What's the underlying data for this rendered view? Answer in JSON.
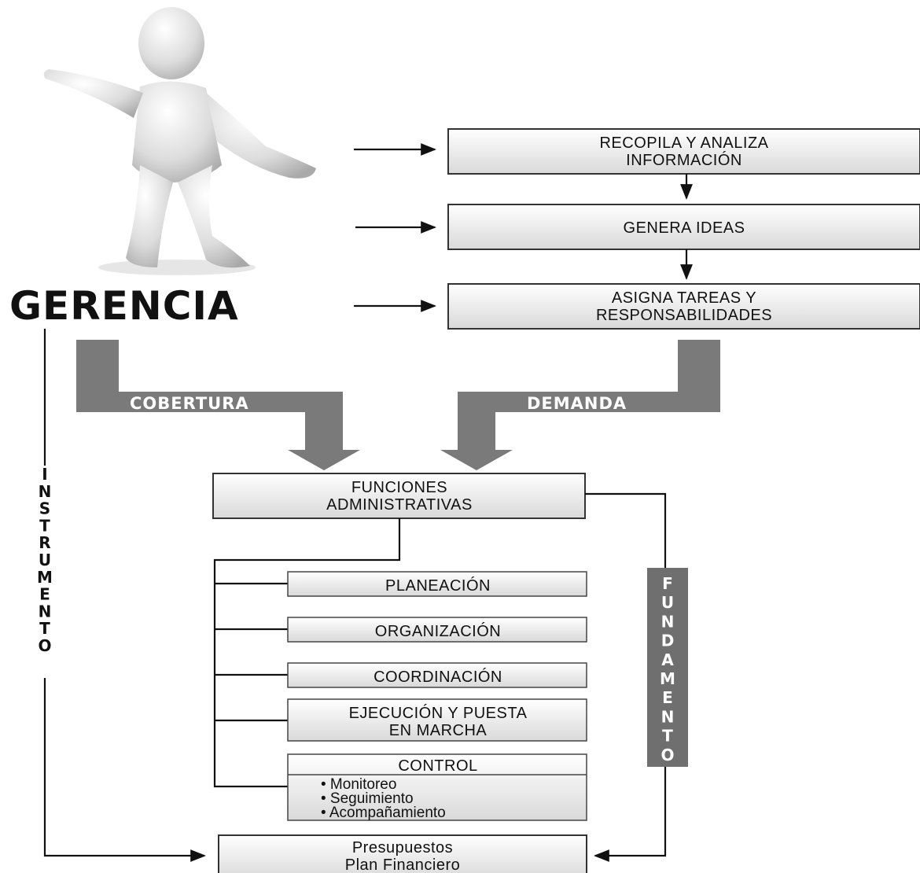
{
  "title": "GERENCIA",
  "steps": [
    [
      "RECOPILA Y ANALIZA",
      "INFORMACIÓN"
    ],
    [
      "GENERA IDEAS"
    ],
    [
      "ASIGNA TAREAS Y",
      "RESPONSABILIDADES"
    ]
  ],
  "flows": {
    "left": "COBERTURA",
    "right": "DEMANDA"
  },
  "central": [
    "FUNCIONES",
    "ADMINISTRATIVAS"
  ],
  "functions": [
    [
      "PLANEACIÓN"
    ],
    [
      "ORGANIZACIÓN"
    ],
    [
      "COORDINACIÓN"
    ],
    [
      "EJECUCIÓN Y PUESTA",
      "EN MARCHA"
    ]
  ],
  "control": {
    "title": "CONTROL",
    "items": [
      "• Monitoreo",
      "• Seguimiento",
      "• Acompañamiento"
    ]
  },
  "vertical": {
    "left": "INSTRUMENTO",
    "right": "FUNDAMENTO"
  },
  "bottom": [
    "Presupuestos",
    "Plan Financiero"
  ],
  "colors": {
    "band": "#7a7a7a",
    "box_top": "#ffffff",
    "box_bottom": "#d9d9d9",
    "fundamento_bg": "#6f6f6f"
  },
  "icons": {
    "figure": "3d-person-presenting-figure"
  }
}
